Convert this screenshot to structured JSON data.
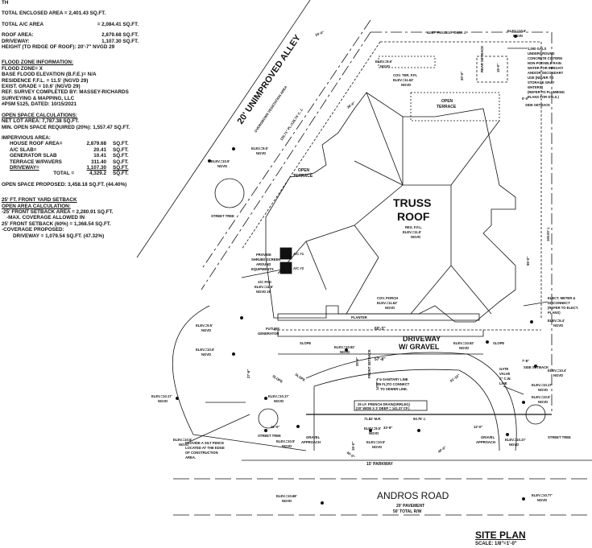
{
  "notes": {
    "cutoff": "TH",
    "total_enclosed": "TOTAL ENCLOSED AREA = 2,401.43 SQ.FT.",
    "total_ac": [
      "TOTAL A/C AREA",
      "= 2,084.41 SQ.FT."
    ],
    "roof_area": [
      "ROOF AREA:",
      "2,879.68 SQ.FT."
    ],
    "driveway": [
      "DRIVEWAY:",
      "1,107.30 SQ.FT."
    ],
    "height": "HEIGHT (TO RIDGE OF ROOF): 20'-7\" NVGD 29",
    "flood_title": "FLOOD ZONE INFORMATION:",
    "flood_lines": [
      "FLOOD ZONE= X",
      "BASE FLOOD ELEVATION (B.F.E.)= N/A",
      "RESIDENCE F.F.L. = 11.5' (NGVD 29)",
      "EXIST. GRADE = 10.6' (NGVD 29)",
      "REF. SURVEY COMPLETED BY: MASSEY-RICHARDS",
      "SURVEYING & MAPPING, LLC",
      "#PSM 5125, DATED: 10/15/2021"
    ],
    "open_title": "OPEN SPACE CALCULATIONS:",
    "open_lines": [
      "NET LOT AREA: 7,787.38 SQ.FT.",
      "MIN. OPEN SPACE REQUIRED (20%): 1,557.47 SQ.FT."
    ],
    "imp_title": "IMPERVIOUS AREA:",
    "imp_rows": [
      [
        "HOUSE ROOF AREA=",
        "2,879.68",
        "SQ.FT."
      ],
      [
        "A/C SLAB=",
        "20.41",
        "SQ.FT."
      ],
      [
        "GENERATOR SLAB",
        "10.41",
        "SQ.FT."
      ],
      [
        "TERRACE W/PAVERS",
        "311.40",
        "SQ.FT."
      ],
      [
        "DRIVEWAY=",
        "1,107.30",
        "SQ.FT."
      ]
    ],
    "imp_total": [
      "TOTAL =",
      "4,329.2",
      "SQ.FT."
    ],
    "open_proposed": "OPEN SPACE PROPOSED: 3,458.18 SQ.FT. (44.40%)",
    "setback_title": "25' FT. FRONT YARD SETBACK",
    "setback_sub": "OPEN AREA CALCULATION:",
    "setback_lines": [
      "-25' FRONT SETBACK AREA = 2,280.91 SQ.FT.",
      "-MAX. COVERAGE ALLOWED IN",
      "25' FRONT SETBACK (60%) = 1,368.54 SQ.FT.",
      "-COVERAGE PROPOSED:",
      "DRIVEWAY = 1,079.54 SQ.FT. (47.32%)"
    ]
  },
  "plan": {
    "alley": "20' UNIMPROVED ALLEY",
    "veg_area": "OVERGROWN VEGETATION AREA",
    "truss_roof": [
      "TRUSS",
      "ROOF"
    ],
    "res_ffl": [
      "RES. F.F.L.",
      "ELEV.=11.5'",
      "NGVD"
    ],
    "driveway": [
      "DRIVEWAY",
      "W/ GRAVEL"
    ],
    "open_terrace": [
      "OPEN",
      "TERRACE"
    ],
    "cov_ter": [
      "COV. TER. F.FL",
      "ELEV.=11.62'",
      "NGVD"
    ],
    "cov_porch": [
      "COV. PORCH",
      "ELEV.=11.62'",
      "NGVD"
    ],
    "planter": "PLANTER",
    "cistern_note": [
      "1,000 GALS",
      "UNDERGROUND",
      "CONCRETE CISTERN",
      "NON-POTABLE RAIN",
      "WATER FOR IRRIGATI",
      "AND/OR SECONDARY",
      "USE (NEVER TO",
      "STORAGE GRAY",
      "WATERS)",
      "(REFER TO PLUMBING",
      "PLANS FOR DTLS.)"
    ],
    "elect_note": [
      "ELECT. METER &",
      "DISCONNECT",
      "(REFER TO ELECT.",
      "PLANS)"
    ],
    "gate_valve": [
      "GATE",
      "VALVE",
      "1\" C.W.",
      "LINE"
    ],
    "silt_note": [
      "PROVIDE A SILT FENCE",
      "LOCATED AT THE EDGE",
      "OF CONSTRUCTION",
      "AREA."
    ],
    "shrubs_note": [
      "PROVIDE",
      "SHRUBS SCREEN",
      "AROUND",
      "EQUIPMENTS"
    ],
    "ac_pad": [
      "A/C PAD",
      "ELEV.=11.5'",
      "NGVD 29"
    ],
    "ac1": "A/C #1",
    "ac2": "A/C #2",
    "future_gen": [
      "FUTURE",
      "GENERATOR"
    ],
    "sanitary": [
      "4\"ø SANITARY LINE",
      "(25 FL)TO CONNECT",
      "TO SEWER LINE."
    ],
    "french_drain": [
      "25 LF. FRENCH DRAIN(SRRLEG)",
      "(20' WIDE X 3' DEEP = 141.37 CF.)"
    ],
    "street_tree": "STREET TREE",
    "gravel_approach": [
      "GRAVEL",
      "APPROACH"
    ],
    "parkway": "15' PARKWAY",
    "road_name": "ANDROS  ROAD",
    "pavement": "20' PAVEMENT",
    "row": "50' TOTAL R/W",
    "slope": "SLOPE",
    "dims": {
      "top_prop": "44.87' PL./45.10' C.&M. ℒ",
      "left_prop": "126.71\" PL./126.74' C. ℒ",
      "right_dim": "100.00' ℒ",
      "dim_60_3": "60'-3\"",
      "dim_57_8": "57'-8\"",
      "dim_12a": "12'-0\"",
      "dim_12b": "12'-0\"",
      "dim_20a": "20'-0\"",
      "dim_20b": "20'-0\"",
      "dim_15a": "15'-0\"",
      "dim_15b": "15'-0\"",
      "dim_5": "5'-0\"",
      "dim_7": "7'-8\"",
      "dim_27": "27'-6\"",
      "dim_55": "55'-0\"",
      "dim_25": "25'-0\"",
      "dim_14": "14'-0\"",
      "dim_33": "33'-8\"",
      "dim_71": "71.82' M.R.",
      "dim_93": "93.75' ℒ",
      "dim_81": "81'-10\"",
      "dim_40a": "40'-0\"",
      "dim_40b": "40'-0\"",
      "dim_36": "36'-0\"",
      "rear_setback": "REAR SETBACK",
      "side_setback": "SIDE SETBACK",
      "front_setback": "FRONT SETBACK"
    },
    "elevs": {
      "e1": [
        "ELEV.=10.6'",
        "NGVD"
      ],
      "e2": [
        "ELEV.=9.6'",
        "NGVD"
      ],
      "e3": [
        "ELEV.=9.5'",
        "NGVD"
      ],
      "e4": [
        "ELEV.=10.5'",
        "NGVD"
      ],
      "e5": [
        "ELEV.=9.5'",
        "NGVD"
      ],
      "e6": [
        "ELEV.=10.5'",
        "NGVD"
      ],
      "e7": [
        "ELEV.=10.17'",
        "NGVD"
      ],
      "e8": [
        "ELEV.=10.17'",
        "NGVD"
      ],
      "e9": [
        "ELEV.=10.5'",
        "NGVD"
      ],
      "e10": [
        "ELEV.=10.5'",
        "NGVD"
      ],
      "e11": [
        "ELEV.=10.92'",
        "NGVD"
      ],
      "e12": [
        "ELEV.=10.92'",
        "NGVD"
      ],
      "e13": [
        "ELEV.=9.5'",
        "NGVD"
      ],
      "e14": [
        "ELEV.=10.5'",
        "NGVD"
      ],
      "e15": [
        "ELEV.=10.17'",
        "NGVD"
      ],
      "e16": [
        "ELEV.=10.17'",
        "NGVD"
      ],
      "e17": [
        "ELEV.=10.5'",
        "NGVD"
      ],
      "e18": [
        "ELEV.=9.4'",
        "NGVD"
      ],
      "e19": [
        "ELEV.=10.4'",
        "NGVD"
      ],
      "e20": [
        "ELEV.=10.68'",
        "NGVD"
      ],
      "e21": [
        "ELEV.=10.77'",
        "NGVD"
      ]
    }
  },
  "title": "SITE PLAN",
  "scale": "SCALE: 1/8\"=1'-0\""
}
